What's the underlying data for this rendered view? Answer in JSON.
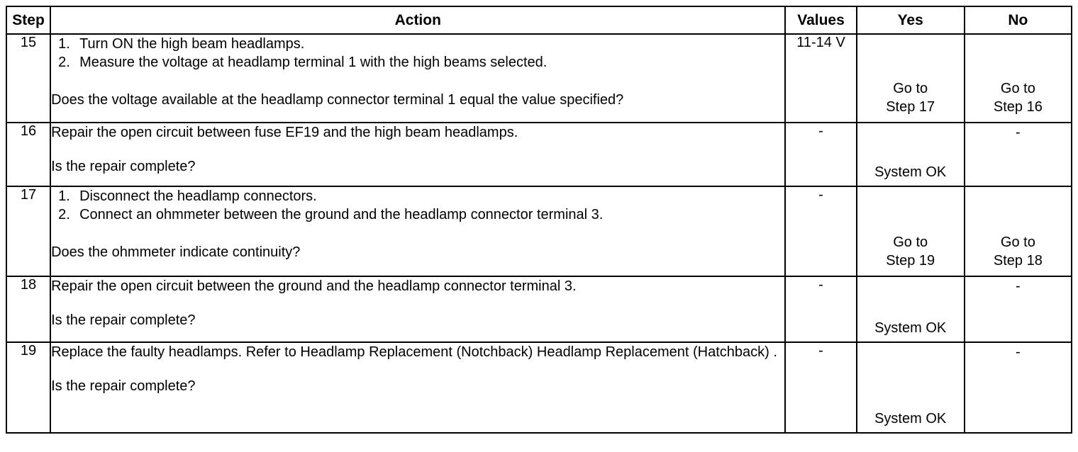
{
  "table": {
    "headers": {
      "step": "Step",
      "action": "Action",
      "values": "Values",
      "yes": "Yes",
      "no": "No"
    },
    "rows": [
      {
        "step": "15",
        "action": {
          "list": [
            "Turn ON the high beam headlamps.",
            "Measure the voltage at headlamp terminal 1 with the high beams selected."
          ],
          "question": "Does the voltage available at the headlamp connector terminal 1 equal the value specified?"
        },
        "values": "11-14 V",
        "yes": "Go to\nStep 17",
        "yes_line1": "Go to",
        "yes_line2": "Step 17",
        "no_line1": "Go to",
        "no_line2": "Step 16"
      },
      {
        "step": "16",
        "action": {
          "lead": "Repair the open circuit between fuse EF19 and the high beam headlamps.",
          "question": "Is the repair complete?"
        },
        "values": "-",
        "yes_line1": "",
        "yes_line2": "System OK",
        "no_line1": "-",
        "no_line2": ""
      },
      {
        "step": "17",
        "action": {
          "list": [
            "Disconnect the headlamp connectors.",
            "Connect an ohmmeter between the ground and the headlamp connector terminal 3."
          ],
          "question": "Does the ohmmeter indicate continuity?"
        },
        "values": "-",
        "yes_line1": "Go to",
        "yes_line2": "Step 19",
        "no_line1": "Go to",
        "no_line2": "Step 18"
      },
      {
        "step": "18",
        "action": {
          "lead": "Repair the open circuit between the ground and the headlamp connector terminal 3.",
          "question": "Is the repair complete?"
        },
        "values": "-",
        "yes_line1": "",
        "yes_line2": "System OK",
        "no_line1": "-",
        "no_line2": ""
      },
      {
        "step": "19",
        "action": {
          "lead": "Replace the faulty headlamps. Refer to Headlamp Replacement (Notchback) Headlamp Replacement (Hatchback) .",
          "question": "Is the repair complete?"
        },
        "values": "-",
        "yes_line1": "",
        "yes_line2": "System OK",
        "no_line1": "-",
        "no_line2": ""
      }
    ]
  },
  "colors": {
    "border": "#000000",
    "background": "#ffffff",
    "text": "#000000"
  }
}
